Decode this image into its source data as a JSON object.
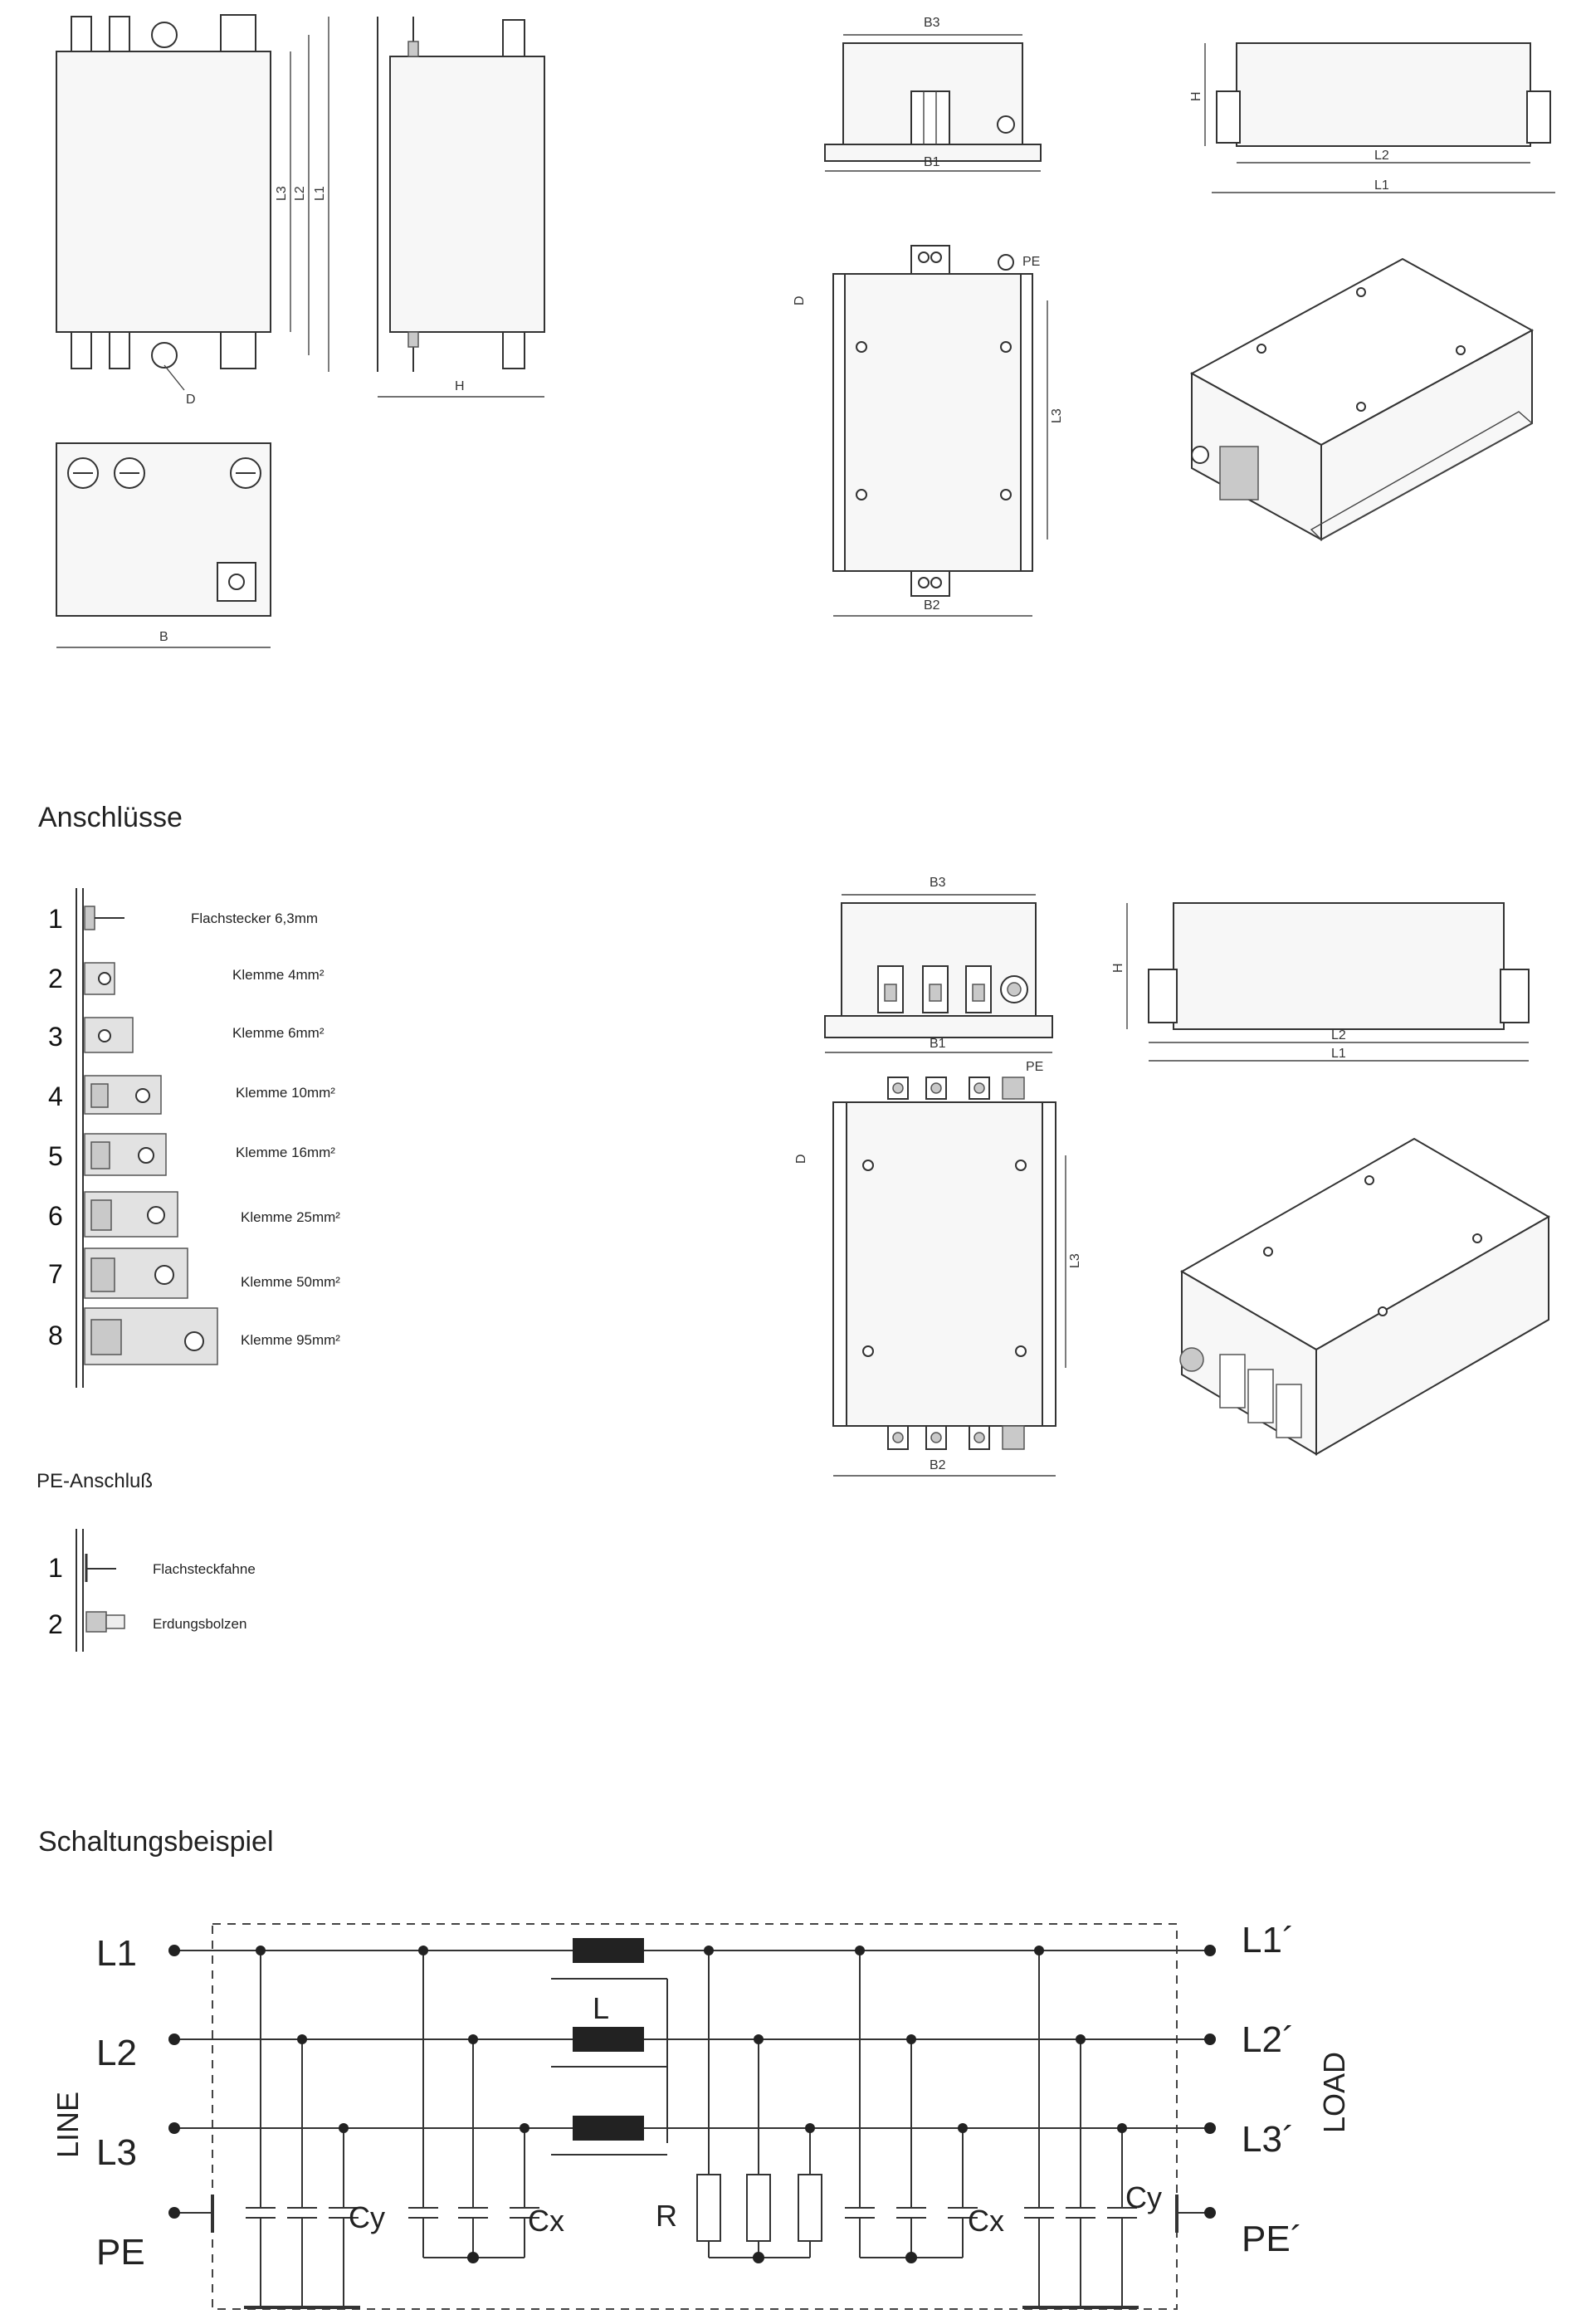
{
  "drawing_a": {
    "front_labels": {
      "l3": "L3",
      "l2": "L2",
      "l1": "L1",
      "d": "D"
    },
    "side_label_h": "H",
    "bottom_label_b": "B",
    "end_view": {
      "b3": "B3",
      "b1": "B1"
    },
    "side_view": {
      "h": "H",
      "l2": "L2",
      "l1": "L1"
    },
    "top_view": {
      "pe": "PE",
      "d": "D",
      "l3": "L3",
      "b2": "B2"
    }
  },
  "connections": {
    "heading": "Anschlüsse",
    "items": [
      {
        "num": "1",
        "label": "Flachstecker 6,3mm"
      },
      {
        "num": "2",
        "label": "Klemme 4mm²"
      },
      {
        "num": "3",
        "label": "Klemme 6mm²"
      },
      {
        "num": "4",
        "label": "Klemme 10mm²"
      },
      {
        "num": "5",
        "label": "Klemme 16mm²"
      },
      {
        "num": "6",
        "label": "Klemme 25mm²"
      },
      {
        "num": "7",
        "label": "Klemme 50mm²"
      },
      {
        "num": "8",
        "label": "Klemme 95mm²"
      }
    ],
    "pe_heading": "PE-Anschluß",
    "pe_items": [
      {
        "num": "1",
        "label": "Flachsteckfahne"
      },
      {
        "num": "2",
        "label": "Erdungsbolzen"
      }
    ]
  },
  "drawing_b": {
    "end_view": {
      "b3": "B3",
      "b1": "B1",
      "pe": "PE"
    },
    "side_view": {
      "h": "H",
      "l2": "L2",
      "l1": "L1"
    },
    "top_view": {
      "d": "D",
      "l3": "L3",
      "b2": "B2"
    }
  },
  "circuit": {
    "heading": "Schaltungsbeispiel",
    "line_labels": [
      "L1",
      "L2",
      "L3",
      "PE"
    ],
    "load_labels": [
      "L1´",
      "L2´",
      "L3´",
      "PE´"
    ],
    "line_side": "LINE",
    "load_side": "LOAD",
    "components": {
      "inductor": "L",
      "cy": "Cy",
      "cx": "Cx",
      "resistor": "R"
    }
  }
}
